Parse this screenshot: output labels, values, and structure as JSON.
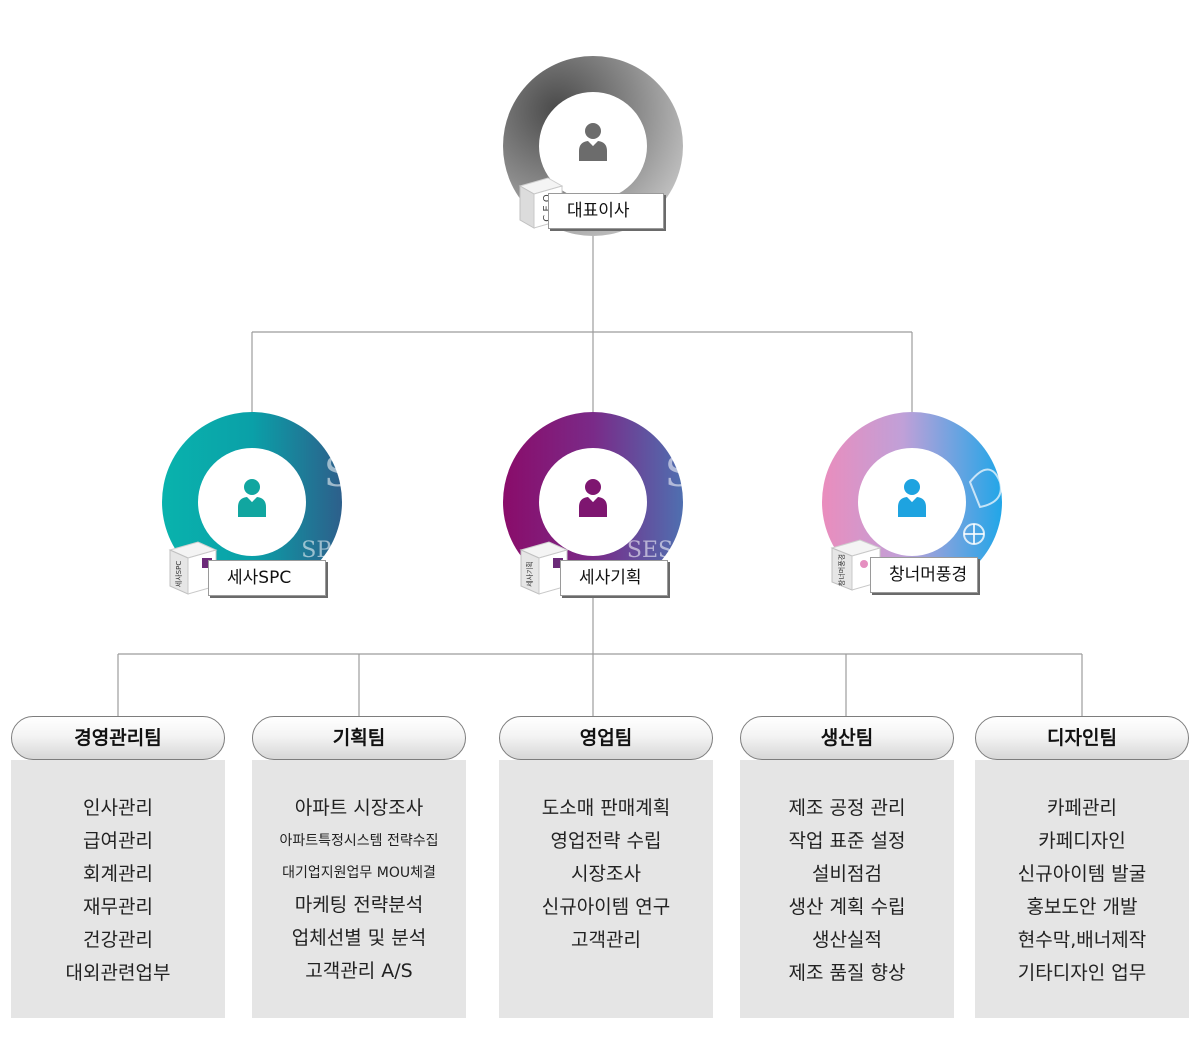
{
  "ceo": {
    "cube_label": "C.E.O",
    "title": "대표이사"
  },
  "companies": [
    {
      "name": "세사SPC",
      "watermark": "SPC",
      "cube_label": "세사SPC"
    },
    {
      "name": "세사기획",
      "watermark": "SESA",
      "cube_label": "세사기획"
    },
    {
      "name": "창너머풍경",
      "watermark": "",
      "cube_label": "창너머풍경"
    }
  ],
  "departments": [
    {
      "name": "경영관리팀",
      "items": [
        "인사관리",
        "급여관리",
        "회계관리",
        "재무관리",
        "건강관리",
        "대외관련업부"
      ]
    },
    {
      "name": "기획팀",
      "items": [
        "아파트 시장조사",
        "아파트특정시스템 전략수집",
        "대기업지원업무 MOU체결",
        "마케팅 전략분석",
        "업체선별 및 분석",
        "고객관리 A/S"
      ]
    },
    {
      "name": "영업팀",
      "items": [
        "도소매 판매계획",
        "영업전략 수립",
        "시장조사",
        "신규아이템 연구",
        "고객관리"
      ]
    },
    {
      "name": "생산팀",
      "items": [
        "제조 공정 관리",
        "작업 표준 설정",
        "설비점검",
        "생산 계획 수립",
        "생산실적",
        "제조 품질 향상"
      ]
    },
    {
      "name": "디자인팀",
      "items": [
        "카페관리",
        "카페디자인",
        "신규아이템 발굴",
        "홍보도안 개발",
        "현수막,배너제작",
        "기타디자인 업무"
      ]
    }
  ],
  "colors": {
    "ceo_ring": [
      "#5a5a5a",
      "#d8d8d8"
    ],
    "spc_ring": [
      "#0aa9a7",
      "#2f6b8e"
    ],
    "sesa_ring": [
      "#8c0f6e",
      "#4f6fae"
    ],
    "window_ring": [
      "#e58fc0",
      "#2fa6e6"
    ],
    "line": "#9c9c9c",
    "dept_body": "#e5e5e5"
  }
}
